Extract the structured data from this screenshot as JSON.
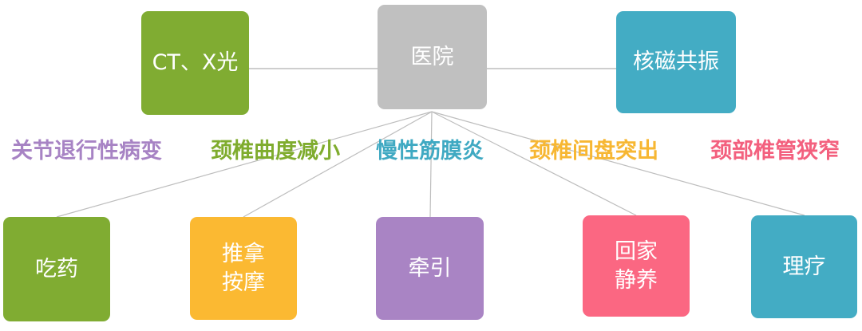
{
  "top_nodes": {
    "left": "CT、X光",
    "center": "医院",
    "right": "核磁共振"
  },
  "conditions": [
    {
      "label": "关节退行性病变",
      "color": "#a783c4"
    },
    {
      "label": "颈椎曲度减小",
      "color": "#7fac2e"
    },
    {
      "label": "慢性筋膜炎",
      "color": "#3fa9c2"
    },
    {
      "label": "颈椎间盘突出",
      "color": "#f7b733"
    },
    {
      "label": "颈部椎管狭窄",
      "color": "#f3607e"
    }
  ],
  "treatments": [
    {
      "lines": [
        "吃药"
      ],
      "color": "#80ac32"
    },
    {
      "lines": [
        "推拿",
        "按摩"
      ],
      "color": "#fbb932"
    },
    {
      "lines": [
        "牵引"
      ],
      "color": "#a984c4"
    },
    {
      "lines": [
        "回家",
        "静养"
      ],
      "color": "#fb6782"
    },
    {
      "lines": [
        "理疗"
      ],
      "color": "#43acc4"
    }
  ],
  "colors": {
    "left_node": "#80ac32",
    "center_node": "#c0c0c0",
    "right_node": "#43acc4",
    "connector": "#bdbdbd"
  }
}
